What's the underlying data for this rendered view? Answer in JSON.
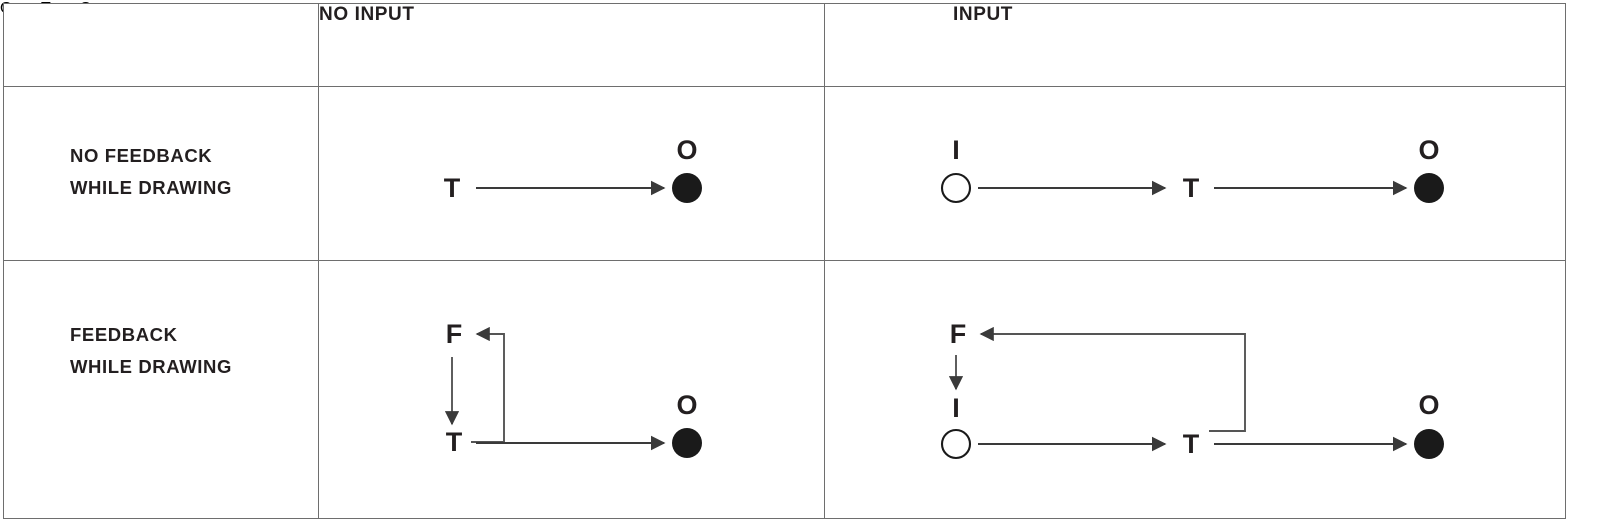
{
  "figure": {
    "type": "2x2-matrix-diagram",
    "columns": [
      {
        "id": "rowlabel",
        "label": ""
      },
      {
        "id": "no-input",
        "label": "NO INPUT"
      },
      {
        "id": "input",
        "label": "INPUT"
      }
    ],
    "rows": [
      {
        "id": "no-feedback",
        "label_line1": "NO FEEDBACK",
        "label_line2": "WHILE DRAWING"
      },
      {
        "id": "feedback",
        "label_line1": "FEEDBACK",
        "label_line2": "WHILE DRAWING"
      }
    ]
  },
  "cells": {
    "no_feedback_no_input": {
      "nodes": [
        {
          "id": "t",
          "label": "T"
        },
        {
          "id": "o",
          "label": "O"
        }
      ],
      "flow": "T -> O"
    },
    "no_feedback_input": {
      "nodes": [
        {
          "id": "i",
          "label": "I"
        },
        {
          "id": "t",
          "label": "T"
        },
        {
          "id": "o",
          "label": "O"
        }
      ],
      "flow": "I -> T -> O"
    },
    "feedback_no_input": {
      "nodes": [
        {
          "id": "f",
          "label": "F"
        },
        {
          "id": "t",
          "label": "T"
        },
        {
          "id": "o",
          "label": "O"
        }
      ],
      "flow": "F -> T -> O, T -> F (feedback loop)"
    },
    "feedback_input": {
      "nodes": [
        {
          "id": "f",
          "label": "F"
        },
        {
          "id": "i",
          "label": "I"
        },
        {
          "id": "t",
          "label": "T"
        },
        {
          "id": "o",
          "label": "O"
        }
      ],
      "flow": "F -> I -> T -> O, T -> F (feedback loop)"
    }
  },
  "colors": {
    "border": "#6e6e6e",
    "text": "#231f20",
    "line": "#3a3a3a",
    "node_fill": "#1a1a1a",
    "background": "#ffffff"
  }
}
